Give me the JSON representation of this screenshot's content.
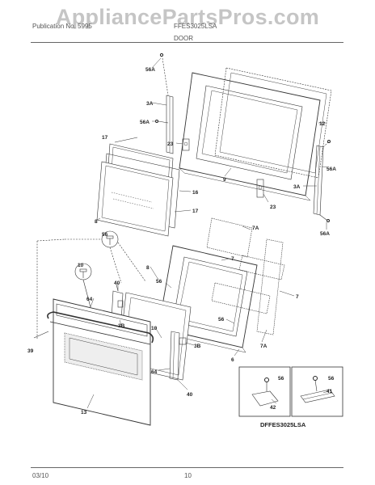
{
  "watermark": "AppliancePartsPros.com",
  "header": {
    "left": "Publication No. 5995",
    "right": "FFES3025LSA",
    "section": "DOOR"
  },
  "model_code": "DFFES3025LSA",
  "footer": {
    "date": "03/10",
    "page": "10"
  },
  "callouts": {
    "c56a_top": "56A",
    "c3a_left": "3A",
    "c56a_left": "56A",
    "c12": "12",
    "c23_left": "23",
    "c9": "9",
    "c17_top": "17",
    "c16": "16",
    "c17_bot": "17",
    "c8_glass": "8",
    "c56a_right": "56A",
    "c3a_right": "3A",
    "c23_right": "23",
    "c56a_right_bot": "56A",
    "c7a_top": "7A",
    "c7_top": "7",
    "c7_right": "7",
    "c7a_bot": "7A",
    "c56_top": "56",
    "c10_circle": "10",
    "c64_left": "64",
    "c40_top": "40",
    "c8_panel": "8",
    "c56_mid": "56",
    "c56_right": "56",
    "c3b_left": "3B",
    "c10_mid": "10",
    "c3b_right": "3B",
    "c39": "39",
    "c64_bot": "64",
    "c40_bot": "40",
    "c6": "6",
    "c13": "13",
    "c56_inset": "56",
    "c42_inset": "42",
    "c56_inset2": "56",
    "c41_inset": "41"
  }
}
